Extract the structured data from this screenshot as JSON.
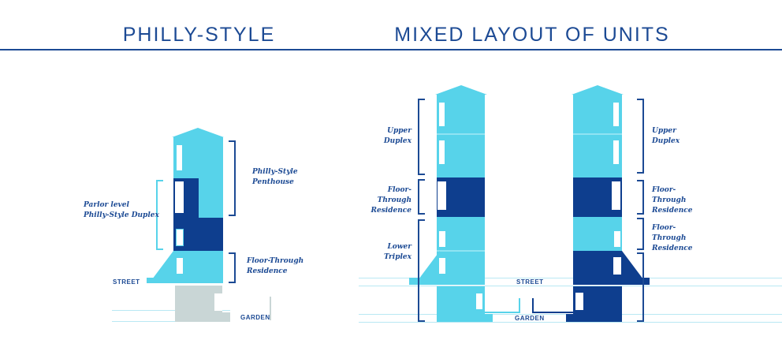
{
  "titles": {
    "left": "PHILLY-STYLE",
    "right": "MIXED LAYOUT OF UNITS"
  },
  "labels": {
    "street": "STREET",
    "garden": "GARDEN"
  },
  "philly": {
    "penthouse": [
      "Philly-Style",
      "Penthouse"
    ],
    "duplex": [
      "Parlor level",
      "Philly-Style Duplex"
    ],
    "floor_through": [
      "Floor-Through",
      "Residence"
    ]
  },
  "mixed_left": {
    "upper": [
      "Upper",
      "Duplex"
    ],
    "floor_through": [
      "Floor-",
      "Through",
      "Residence"
    ],
    "lower": [
      "Lower",
      "Triplex"
    ]
  },
  "mixed_right": {
    "upper": [
      "Upper",
      "Duplex"
    ],
    "floor_through_1": [
      "Floor-",
      "Through",
      "Residence"
    ],
    "floor_through_2": [
      "Floor-",
      "Through",
      "Residence"
    ]
  },
  "colors": {
    "light": "#57d3ea",
    "dark": "#0e3e8e",
    "gray": "#c9d6d6",
    "text": "#1c4a94"
  }
}
